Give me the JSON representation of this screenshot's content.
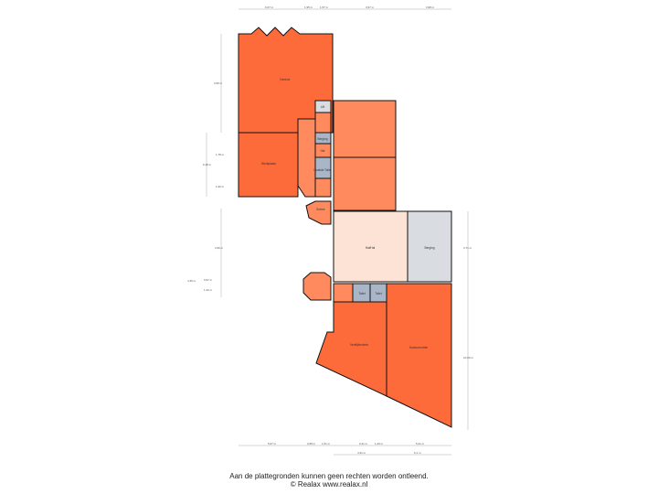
{
  "colors": {
    "room": "#fe6b3a",
    "room_light": "#fe8a5e",
    "hall": "#fde2d6",
    "utility": "#d9dce0",
    "sanitary": "#a9b6c8",
    "wall": "#111111"
  },
  "rooms": {
    "main_top": "Kantoor",
    "main_left": "Werkplaats",
    "lift": "Lift",
    "storage": "Berging",
    "hall_small": "Hal",
    "toilet_top": "Invalide Toilet",
    "entrance_top": "Entree",
    "hall": "Hal/Hal",
    "storage_big": "Berging",
    "toilet_1": "Toilet",
    "toilet_2": "Toilet",
    "room_bottom_left": "Verblijfsruimte",
    "room_bottom_right": "Kantoorruimte"
  },
  "dimensions": {
    "top": [
      "6,07 m",
      "1,95 m",
      "1,57 m",
      "3,97 m",
      "3,98 m"
    ],
    "bottom_row1": [
      "5,07 m",
      "0,68 m",
      "1,51 m",
      "0,21 m",
      "1,29 m",
      "5,21 m"
    ],
    "bottom_row2": [
      "4,31 m",
      "6,1 m"
    ],
    "left": [
      "3,90 m",
      "5,18 m",
      "1,78 m",
      "1,90 m",
      "3,96 m",
      "0,97 m",
      "1,32 m",
      "4,35 m"
    ],
    "right": [
      "3,71 m",
      "10,09 m"
    ]
  },
  "footer": {
    "disclaimer": "Aan de plattegronden kunnen geen rechten worden ontleend.",
    "copyright": "© Realax www.realax.nl"
  }
}
